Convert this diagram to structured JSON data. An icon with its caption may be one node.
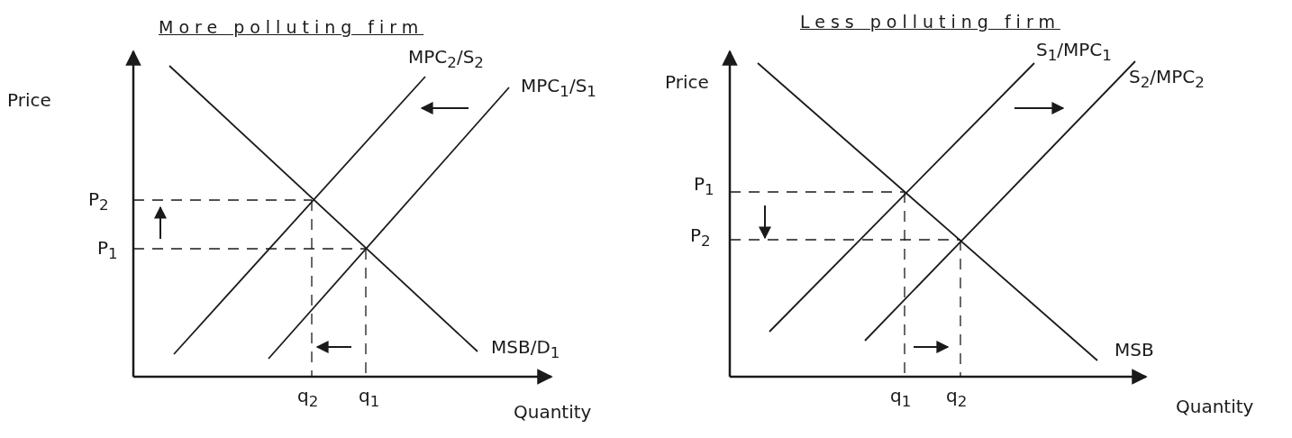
{
  "diagram": {
    "labels": [
      "More polluting firm",
      "Price",
      "MPC$_{2}$/S$_{2}$",
      "MPC$_{1}$/S$_{1}$",
      "P$_{2}$",
      "P$_{1}$",
      "MSB/D$_{1}$",
      "q$_{2}$",
      "q$_{1}$",
      "Quantity",
      "Less polluting firm",
      "Price",
      "S$_{1}$/MPC$_{1}$",
      "S$_{2}$/MPC$_{2}$",
      "P$_{1}$",
      "P$_{2}$",
      "MSB",
      "q$_{1}$",
      "q$_{2}$",
      "Quantity"
    ]
  }
}
